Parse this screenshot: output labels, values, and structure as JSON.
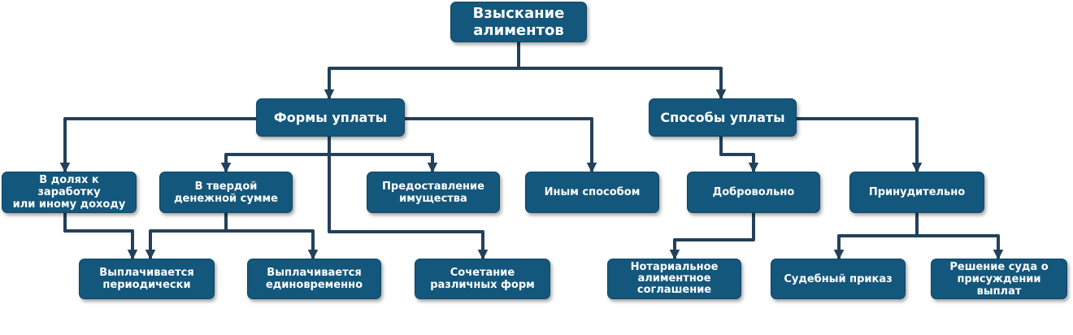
{
  "diagram": {
    "nodes": {
      "root": {
        "line1": "Взыскание",
        "line2": "алиментов"
      },
      "forms": {
        "line1": "Формы уплаты"
      },
      "methods": {
        "line1": "Способы уплаты"
      },
      "share": {
        "line1": "В долях к заработку",
        "line2": "или иному доходу"
      },
      "fixed": {
        "line1": "В твердой",
        "line2": "денежной сумме"
      },
      "property": {
        "line1": "Предоставление",
        "line2": "имущества"
      },
      "other": {
        "line1": "Иным способом"
      },
      "voluntary": {
        "line1": "Добровольно"
      },
      "forced": {
        "line1": "Принудительно"
      },
      "periodic": {
        "line1": "Выплачивается",
        "line2": "периодически"
      },
      "lumpsum": {
        "line1": "Выплачивается",
        "line2": "единовременно"
      },
      "combo": {
        "line1": "Сочетание",
        "line2": "различных форм"
      },
      "notarial": {
        "line1": "Нотариальное",
        "line2": "алиментное",
        "line3": "соглашение"
      },
      "court_order": {
        "line1": "Судебный приказ"
      },
      "court_decision": {
        "line1": "Решение суда о",
        "line2": "присуждении выплат"
      }
    },
    "edges": [
      {
        "from": "root",
        "to": "forms"
      },
      {
        "from": "root",
        "to": "methods"
      },
      {
        "from": "forms",
        "to": "share"
      },
      {
        "from": "forms",
        "to": "fixed"
      },
      {
        "from": "forms",
        "to": "property"
      },
      {
        "from": "forms",
        "to": "other"
      },
      {
        "from": "forms",
        "to": "combo"
      },
      {
        "from": "share",
        "to": "periodic"
      },
      {
        "from": "fixed",
        "to": "periodic"
      },
      {
        "from": "fixed",
        "to": "lumpsum"
      },
      {
        "from": "methods",
        "to": "voluntary"
      },
      {
        "from": "methods",
        "to": "forced"
      },
      {
        "from": "voluntary",
        "to": "notarial"
      },
      {
        "from": "forced",
        "to": "court_order"
      },
      {
        "from": "forced",
        "to": "court_decision"
      }
    ],
    "colors": {
      "node_fill": "#14577c",
      "node_text": "#ffffff",
      "connector": "#23415a"
    }
  }
}
